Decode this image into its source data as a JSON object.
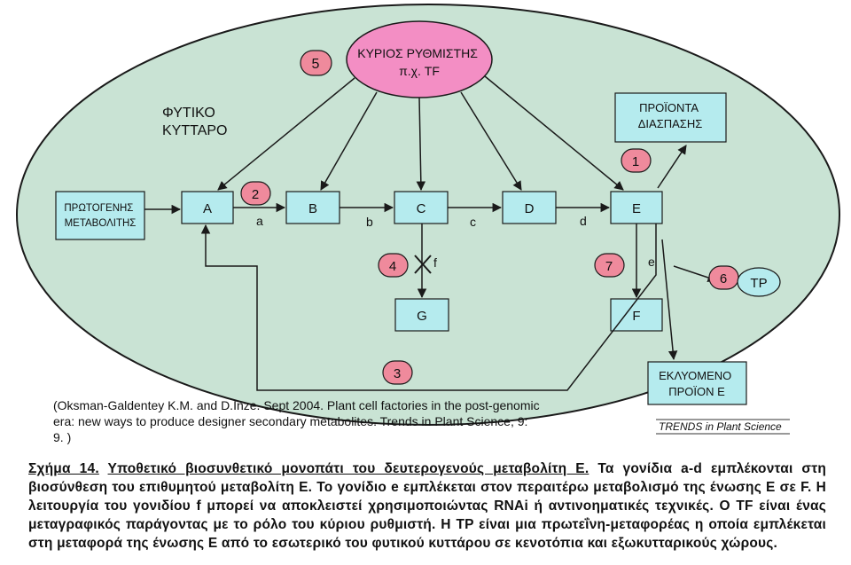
{
  "diagram": {
    "cell_label": [
      "ΦΥΤΙΚΟ",
      "ΚΥΤΤΑΡΟ"
    ],
    "master_regulator": [
      "ΚΥΡΙΟΣ ΡΥΘΜΙΣΤΗΣ",
      "π.χ. TF"
    ],
    "degradation_products": [
      "ΠΡΟΪΟΝΤΑ",
      "ΔΙΑΣΠΑΣΗΣ"
    ],
    "primary_metabolite": [
      "ΠΡΩΤΟΓΕΝΗΣ",
      "ΜΕΤΑΒΟΛΙΤΗΣ"
    ],
    "excreted_product": [
      "ΕΚΛΥΟΜΕΝΟ",
      "ΠΡΟΪΟΝ Ε"
    ],
    "nodes": [
      "A",
      "B",
      "C",
      "D",
      "E",
      "G",
      "F"
    ],
    "transporter": "TP",
    "gene_labels": [
      "a",
      "b",
      "c",
      "d",
      "e",
      "f"
    ],
    "numbers": [
      "1",
      "2",
      "3",
      "4",
      "5",
      "6",
      "7"
    ],
    "citation": [
      "(Oksman-Galdentey K.M. and D.Inze. Sept 2004. Plant cell factories in the post-genomic",
      "era: new ways to produce designer secondary metabolites. Trends in Plant Science, 9:",
      "9. )"
    ],
    "logo": "TRENDS in Plant Science"
  },
  "caption": {
    "label": "Σχήμα 14.",
    "title": "Υποθετικό βιοσυνθετικό μονοπάτι του δευτερογενούς μεταβολίτη Ε.",
    "body": "Τα γονίδια a-d εμπλέκονται στη βιοσύνθεση του επιθυμητού μεταβολίτη Ε. Το γονίδιο e εμπλέκεται στον περαιτέρω μεταβολισμό της ένωσης Ε σε F. Η λειτουργία του γονιδίου f μπορεί να αποκλειστεί χρησιμοποιώντας RNAi ή αντινοηματικές τεχνικές. Ο TF είναι ένας μεταγραφικός παράγοντας με το ρόλο του κύριου ρυθμιστή. Η TP είναι μια πρωτεΐνη-μεταφορέας η οποία εμπλέκεται στη μεταφορά της ένωσης Ε από το εσωτερικό του φυτικού κυττάρου σε κενοτόπια και εξωκυτταρικούς χώρους."
  },
  "colors": {
    "cell_fill": "#c9e3d4",
    "box_fill": "#b5ebee",
    "number_fill": "#ef8a9c",
    "regulator_fill": "#f38ec4",
    "stroke": "#1a1a1a"
  }
}
